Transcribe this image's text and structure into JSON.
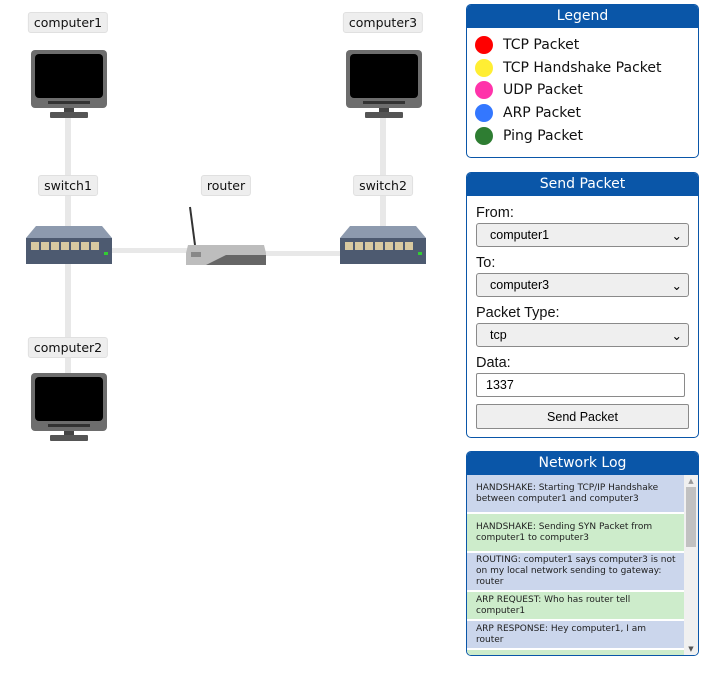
{
  "network": {
    "nodes": [
      {
        "id": "computer1",
        "type": "computer"
      },
      {
        "id": "computer3",
        "type": "computer"
      },
      {
        "id": "switch1",
        "type": "switch"
      },
      {
        "id": "router",
        "type": "router"
      },
      {
        "id": "switch2",
        "type": "switch"
      },
      {
        "id": "computer2",
        "type": "computer"
      }
    ]
  },
  "legend": {
    "title": "Legend",
    "items": [
      {
        "label": "TCP Packet",
        "color": "#ff0000"
      },
      {
        "label": "TCP Handshake Packet",
        "color": "#ffee33"
      },
      {
        "label": "UDP Packet",
        "color": "#ff33aa"
      },
      {
        "label": "ARP Packet",
        "color": "#3377ff"
      },
      {
        "label": "Ping Packet",
        "color": "#2e7d32"
      }
    ]
  },
  "send": {
    "title": "Send Packet",
    "from_label": "From:",
    "from_value": "computer1",
    "to_label": "To:",
    "to_value": "computer3",
    "type_label": "Packet Type:",
    "type_value": "tcp",
    "data_label": "Data:",
    "data_value": "1337",
    "button": "Send Packet"
  },
  "log": {
    "title": "Network Log",
    "entries": [
      {
        "text": "HANDSHAKE: Starting TCP/IP Handshake between computer1 and computer3",
        "color": "#cbd6ec"
      },
      {
        "text": "HANDSHAKE: Sending SYN Packet from computer1 to computer3",
        "color": "#cdeccb"
      },
      {
        "text": "ROUTING: computer1 says computer3 is not on my local network sending to gateway: router",
        "color": "#cbd6ec"
      },
      {
        "text": "ARP REQUEST: Who has router tell computer1",
        "color": "#cdeccb"
      },
      {
        "text": "ARP RESPONSE: Hey computer1, I am router",
        "color": "#cbd6ec"
      }
    ]
  }
}
